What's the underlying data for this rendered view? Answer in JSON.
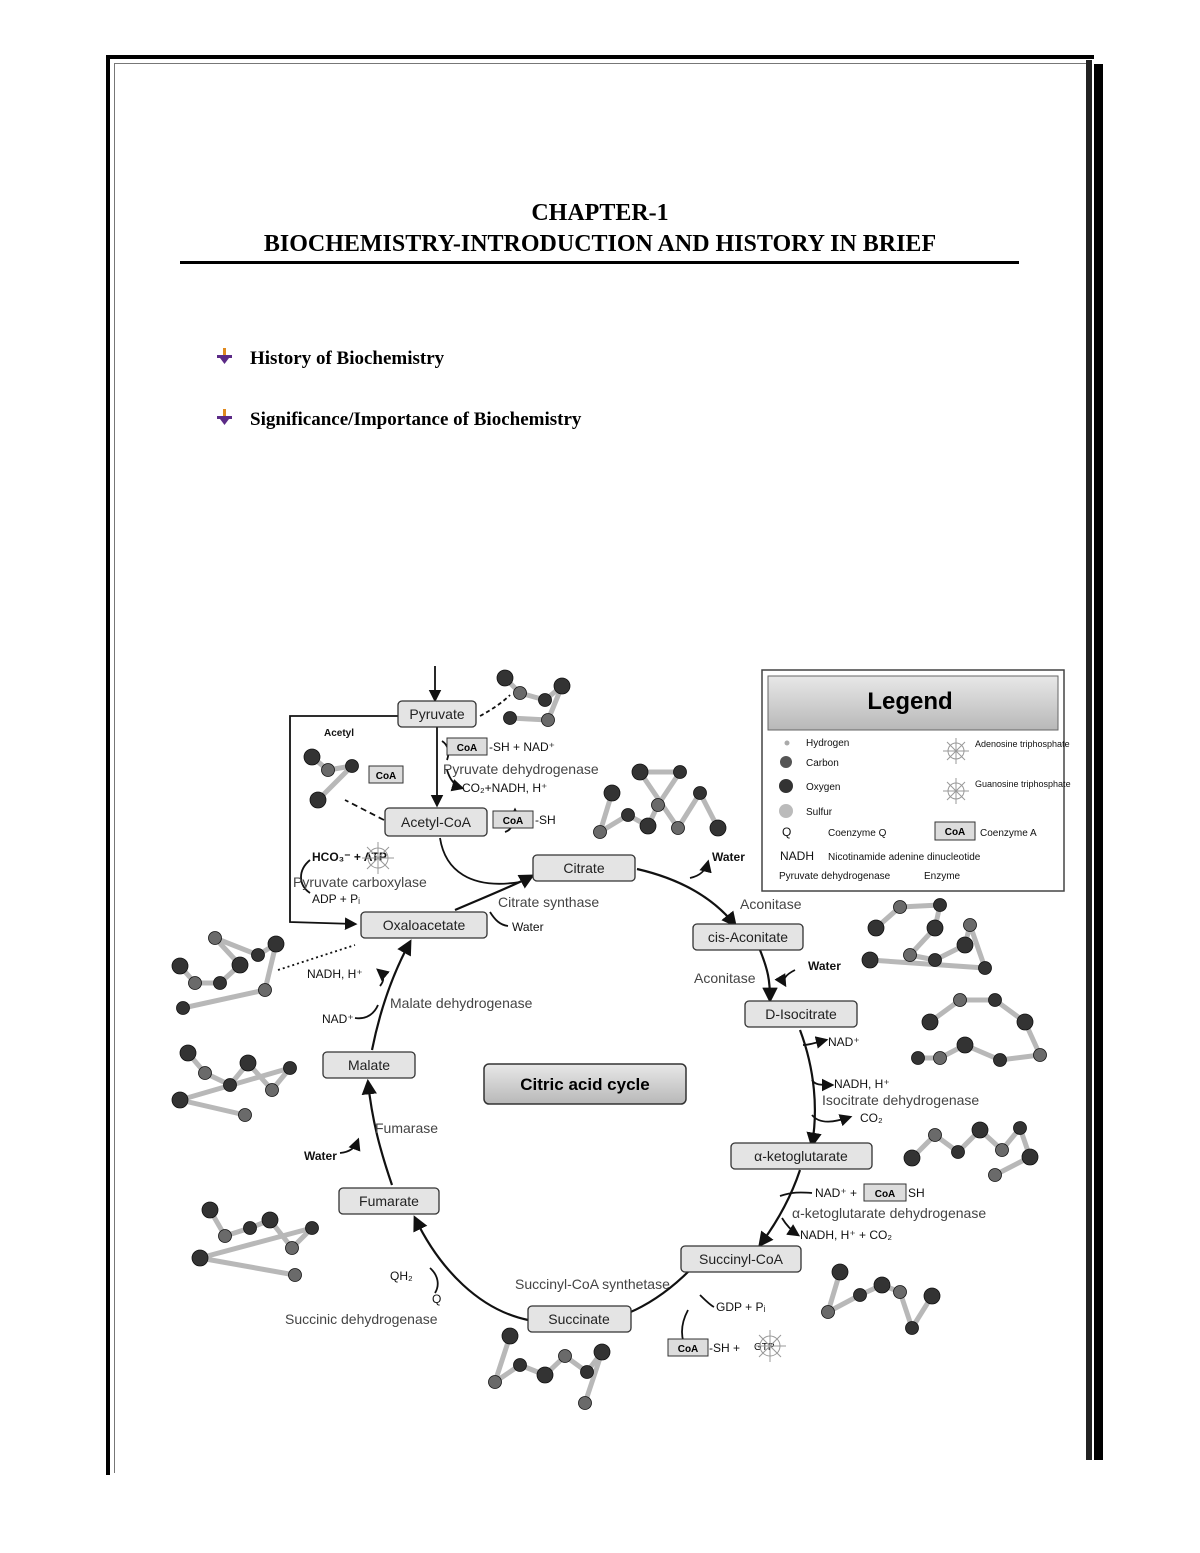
{
  "header": {
    "chapter": "CHAPTER-1",
    "title": "BIOCHEMISTRY-INTRODUCTION AND HISTORY IN BRIEF"
  },
  "topics": [
    {
      "label": "History of Biochemistry"
    },
    {
      "label": "Significance/Importance of Biochemistry"
    }
  ],
  "diagram": {
    "center_label": "Citric acid cycle",
    "metabolites": {
      "pyruvate": "Pyruvate",
      "acetyl_coa": "Acetyl-CoA",
      "citrate": "Citrate",
      "cis_aconitate": "cis-Aconitate",
      "d_isocitrate": "D-Isocitrate",
      "a_ketoglutarate": "α-ketoglutarate",
      "succinyl_coa": "Succinyl-CoA",
      "succinate": "Succinate",
      "fumarate": "Fumarate",
      "malate": "Malate",
      "oxaloacetate": "Oxaloacetate"
    },
    "enzymes": {
      "pyruvate_dehydrogenase": "Pyruvate dehydrogenase",
      "pyruvate_carboxylase": "Pyruvate carboxylase",
      "citrate_synthase": "Citrate synthase",
      "aconitase_1": "Aconitase",
      "aconitase_2": "Aconitase",
      "isocitrate_dehydrogenase": "Isocitrate dehydrogenase",
      "akg_dehydrogenase": "α-ketoglutarate dehydrogenase",
      "succinyl_coa_synthetase": "Succinyl-CoA synthetase",
      "succinic_dehydrogenase": "Succinic dehydrogenase",
      "fumarase": "Fumarase",
      "malate_dehydrogenase": "Malate dehydrogenase"
    },
    "cofactors": {
      "acetyl": "Acetyl",
      "coa": "CoA",
      "sh_nad": "-SH + NAD⁺",
      "co2_nadh": "CO₂+NADH, H⁺",
      "sh": "-SH",
      "hco3_atp": "HCO₃⁻ + ATP",
      "adp_pi": "ADP + Pᵢ",
      "water_citrate_out": "Water",
      "water_citrate_in": "Water",
      "water_aconitate": "Water",
      "nad_isocitrate": "NAD⁺",
      "nadh_isocitrate": "NADH, H⁺",
      "co2_isocitrate": "CO₂",
      "nad_akg": "NAD⁺ +",
      "sh_akg": "SH",
      "nadh_co2_akg": "NADH, H⁺ + CO₂",
      "gdp_pi": "GDP + Pᵢ",
      "sh_gtp": "-SH +",
      "gtp": "GTP",
      "qh2": "QH₂",
      "q": "Q",
      "water_fumarate": "Water",
      "nad_malate": "NAD⁺",
      "nadh_malate": "NADH, H⁺"
    },
    "legend": {
      "title": "Legend",
      "items": [
        {
          "label": "Hydrogen"
        },
        {
          "label": "Carbon"
        },
        {
          "label": "Oxygen"
        },
        {
          "label": "Sulfur"
        },
        {
          "symbol": "Q",
          "label": "Coenzyme Q"
        },
        {
          "symbol": "NADH",
          "label": "Nicotinamide adenine dinucleotide"
        },
        {
          "symbol": "Pyruvate dehydrogenase",
          "label": "Enzyme"
        },
        {
          "label": "Adenosine triphosphate"
        },
        {
          "label": "Guanosine triphosphate"
        },
        {
          "symbol": "CoA",
          "label": "Coenzyme A"
        }
      ]
    }
  },
  "colors": {
    "box_fill": "#e4e4e4",
    "legend_header": "#c8c8c8",
    "atom_dark": "#333333",
    "bond": "#b8b8b8",
    "bullet_purple": "#5b2a86",
    "bullet_orange": "#e08a1e"
  }
}
